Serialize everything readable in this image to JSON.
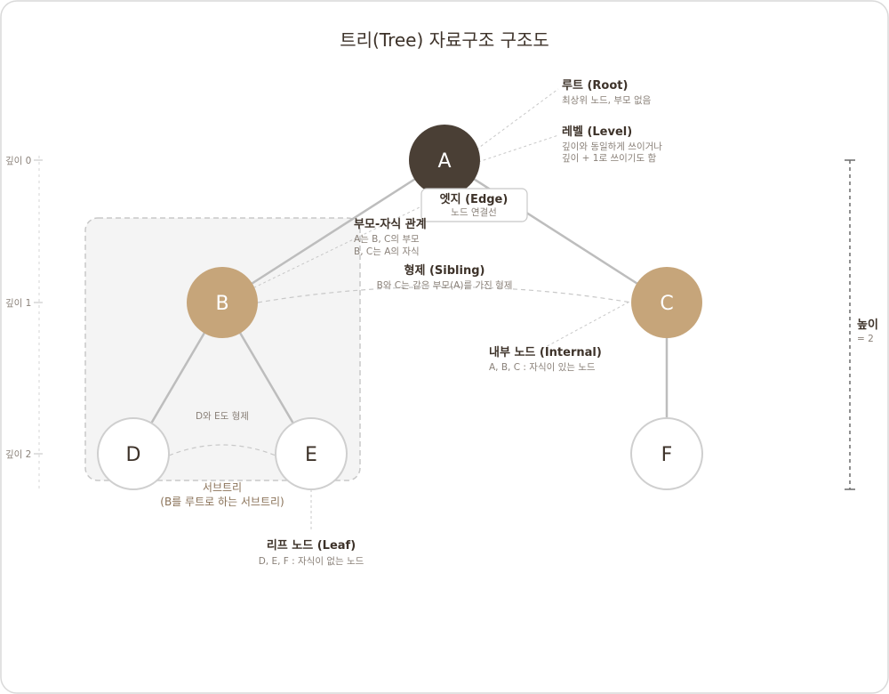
{
  "title": "트리(Tree) 자료구조 구조도",
  "nodes": [
    {
      "id": "A",
      "label": "A",
      "role": "root"
    },
    {
      "id": "B",
      "label": "B",
      "role": "internal"
    },
    {
      "id": "C",
      "label": "C",
      "role": "internal"
    },
    {
      "id": "D",
      "label": "D",
      "role": "leaf"
    },
    {
      "id": "E",
      "label": "E",
      "role": "leaf"
    },
    {
      "id": "F",
      "label": "F",
      "role": "leaf"
    }
  ],
  "edges": [
    [
      "A",
      "B"
    ],
    [
      "A",
      "C"
    ],
    [
      "B",
      "D"
    ],
    [
      "B",
      "E"
    ],
    [
      "C",
      "F"
    ]
  ],
  "colors": {
    "root": "#4a3f35",
    "internal": "#c6a57a",
    "leaf": "#ffffff",
    "edge": "#bdbdbd",
    "dashed": "#c8c8c8",
    "subtree_bg": "#f4f4f4"
  },
  "depth_labels": [
    "깊이 0",
    "깊이 1",
    "깊이 2"
  ],
  "height": {
    "title": "높이",
    "value": "= 2"
  },
  "annotations": {
    "root": {
      "title": "루트 (Root)",
      "lines": [
        "최상위 노드, 부모 없음"
      ]
    },
    "level": {
      "title": "레벨 (Level)",
      "lines": [
        "깊이와 동일하게 쓰이거나",
        "깊이 + 1로 쓰이기도 함"
      ]
    },
    "edge": {
      "title": "엣지 (Edge)",
      "lines": [
        "노드 연결선"
      ]
    },
    "parent_child": {
      "title": "부모-자식 관계",
      "lines": [
        "A는 B, C의 부모",
        "B, C는 A의 자식"
      ]
    },
    "sibling": {
      "title": "형제 (Sibling)",
      "lines": [
        "B와 C는 같은 부모(A)를 가진 형제"
      ]
    },
    "internal": {
      "title": "내부 노드 (Internal)",
      "lines": [
        "A, B, C : 자식이 있는 노드"
      ]
    },
    "de_sibling": {
      "lines": [
        "D와 E도 형제"
      ]
    },
    "subtree": {
      "lines": [
        "서브트리",
        "(B를 루트로 하는 서브트리)"
      ]
    },
    "leaf": {
      "title": "리프 노드 (Leaf)",
      "lines": [
        "D, E, F : 자식이 없는 노드"
      ]
    }
  }
}
